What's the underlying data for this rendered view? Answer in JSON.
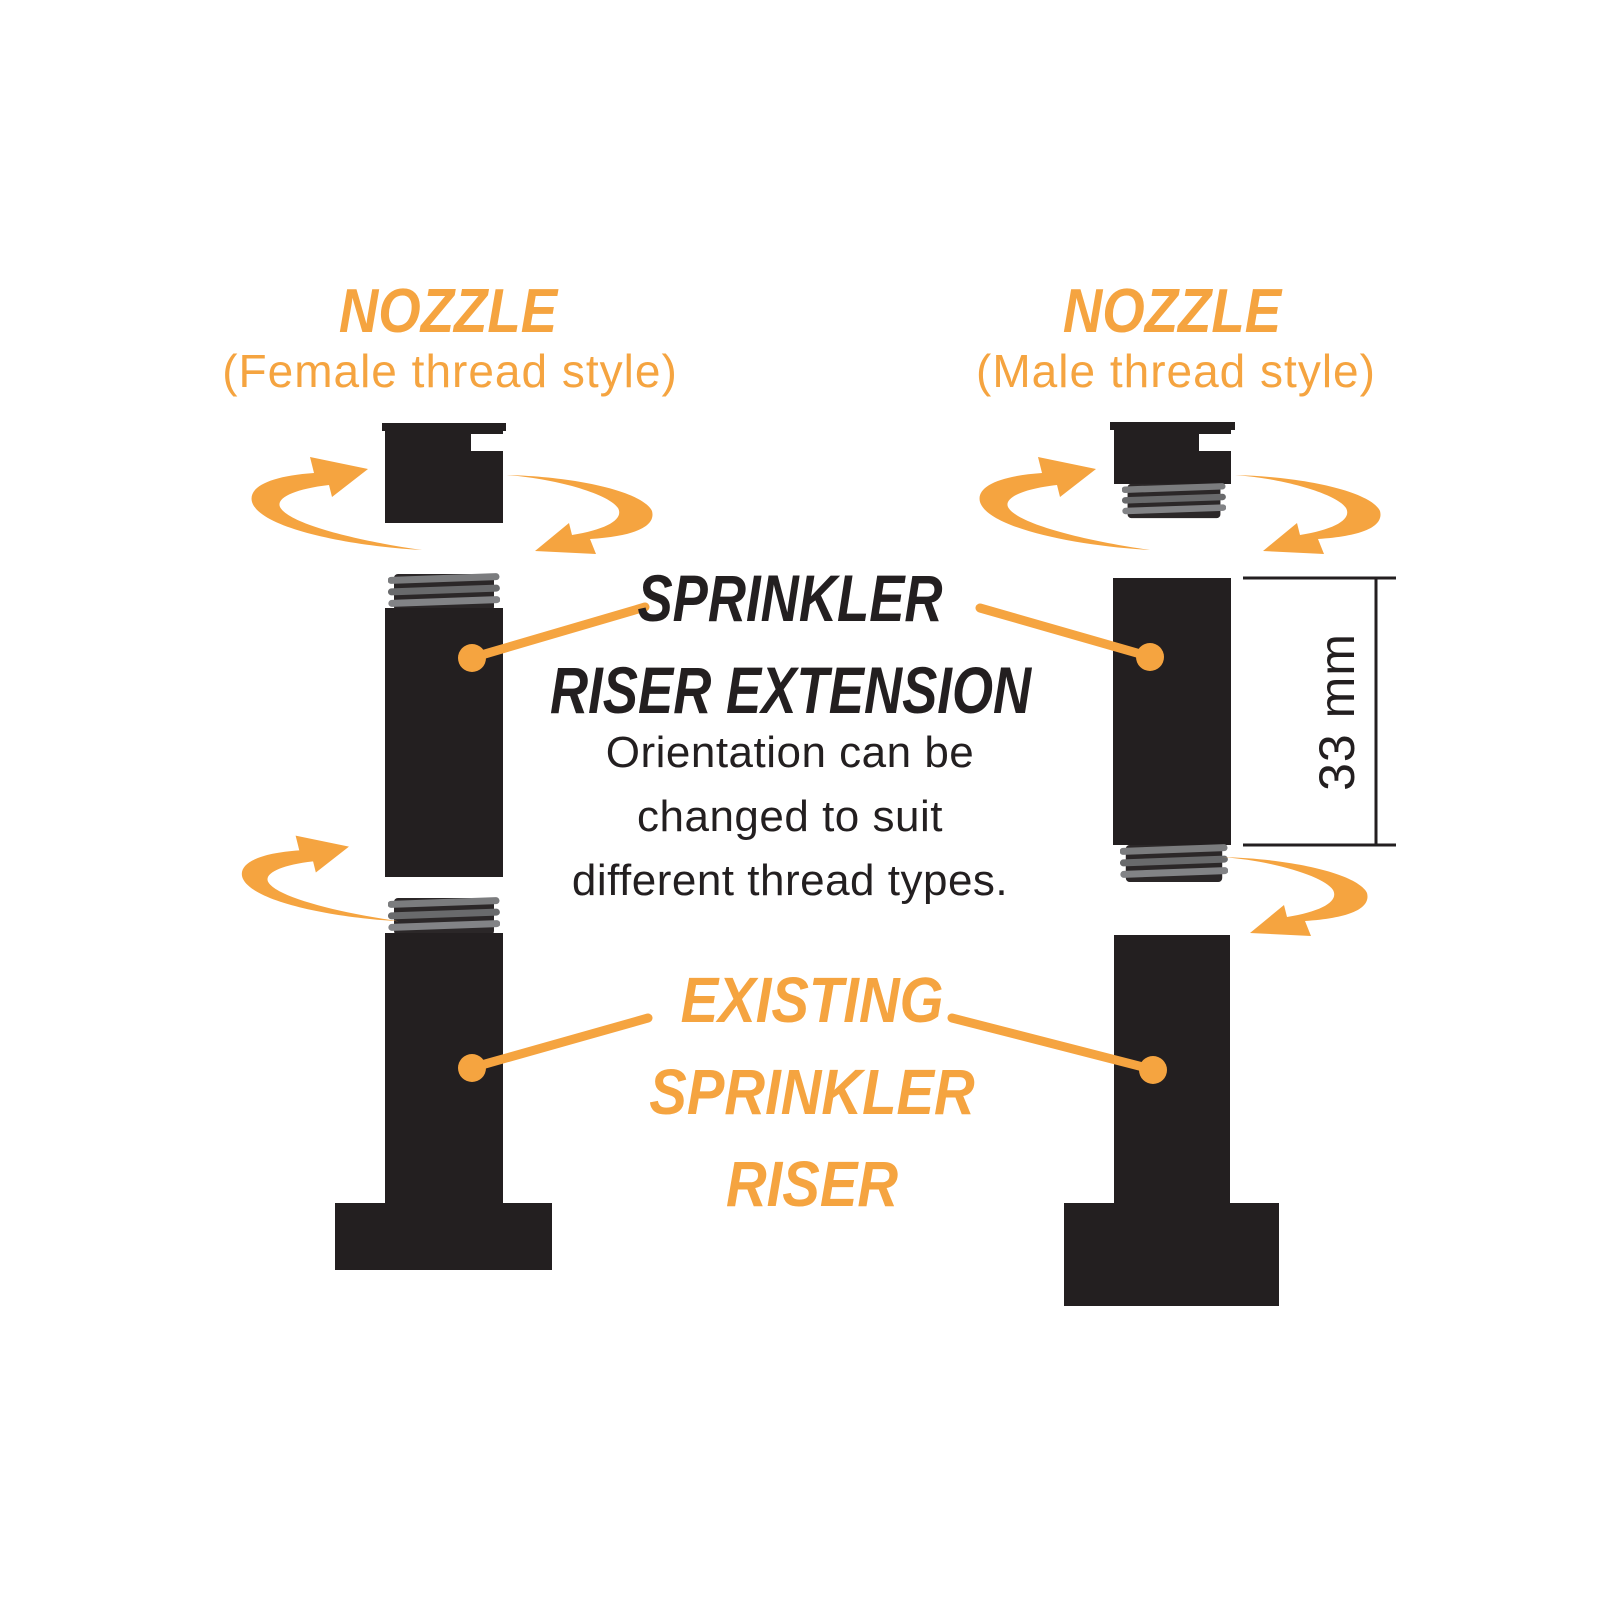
{
  "colors": {
    "orange": "#F5A440",
    "ink": "#231F20",
    "thread_ridge": "#7B7C7E",
    "thread_base": "#2B2728"
  },
  "left_column": {
    "title": "NOZZLE",
    "subtitle": "(Female thread style)"
  },
  "right_column": {
    "title": "NOZZLE",
    "subtitle": "(Male thread style)"
  },
  "center_label": {
    "heading_line1": "SPRINKLER",
    "heading_line2": "RISER EXTENSION",
    "description_lines": [
      "Orientation can be",
      "changed to suit",
      "different thread types."
    ]
  },
  "existing_riser_label": {
    "lines": [
      "EXISTING",
      "SPRINKLER",
      "RISER"
    ]
  },
  "dimension": {
    "label": "33 mm"
  }
}
